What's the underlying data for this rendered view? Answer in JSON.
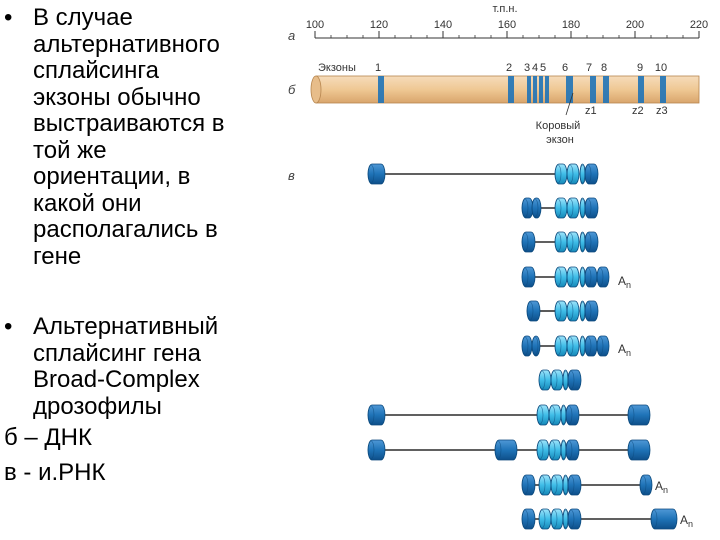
{
  "bullets": [
    {
      "marker": "•",
      "lines": [
        "В случае",
        "альтернативного",
        "сплайсинга",
        "экзоны обычно",
        "выстраиваются в",
        "той же",
        "ориентации, в",
        "какой они",
        "располагались в",
        "гене"
      ]
    },
    {
      "marker": "•",
      "lines": [
        "Альтернативный",
        "сплайсинг гена",
        "Broad-Complex",
        "дрозофилы"
      ]
    }
  ],
  "plain_lines": [
    "б – ДНК",
    "в - и.РНК"
  ],
  "diagram": {
    "unit": "т.п.н.",
    "ticks": [
      "100",
      "120",
      "140",
      "160",
      "180",
      "200",
      "220"
    ],
    "panel_a": "а",
    "panel_b": "б",
    "panel_v": "в",
    "exons_label": "Экзоны",
    "exon_numbers": [
      "1",
      "2",
      "3",
      "4",
      "5",
      "6",
      "7",
      "8",
      "9",
      "10"
    ],
    "z_labels": [
      "z1",
      "z2",
      "z3"
    ],
    "core_exon_label": [
      "Коровый",
      "экзон"
    ],
    "polyA_base": "A",
    "polyA_sub": "n",
    "colors": {
      "gene_bar": "#f0c99a",
      "exon_dark": "#1f73b7",
      "exon_light": "#3fbde8",
      "line": "#000000"
    }
  }
}
